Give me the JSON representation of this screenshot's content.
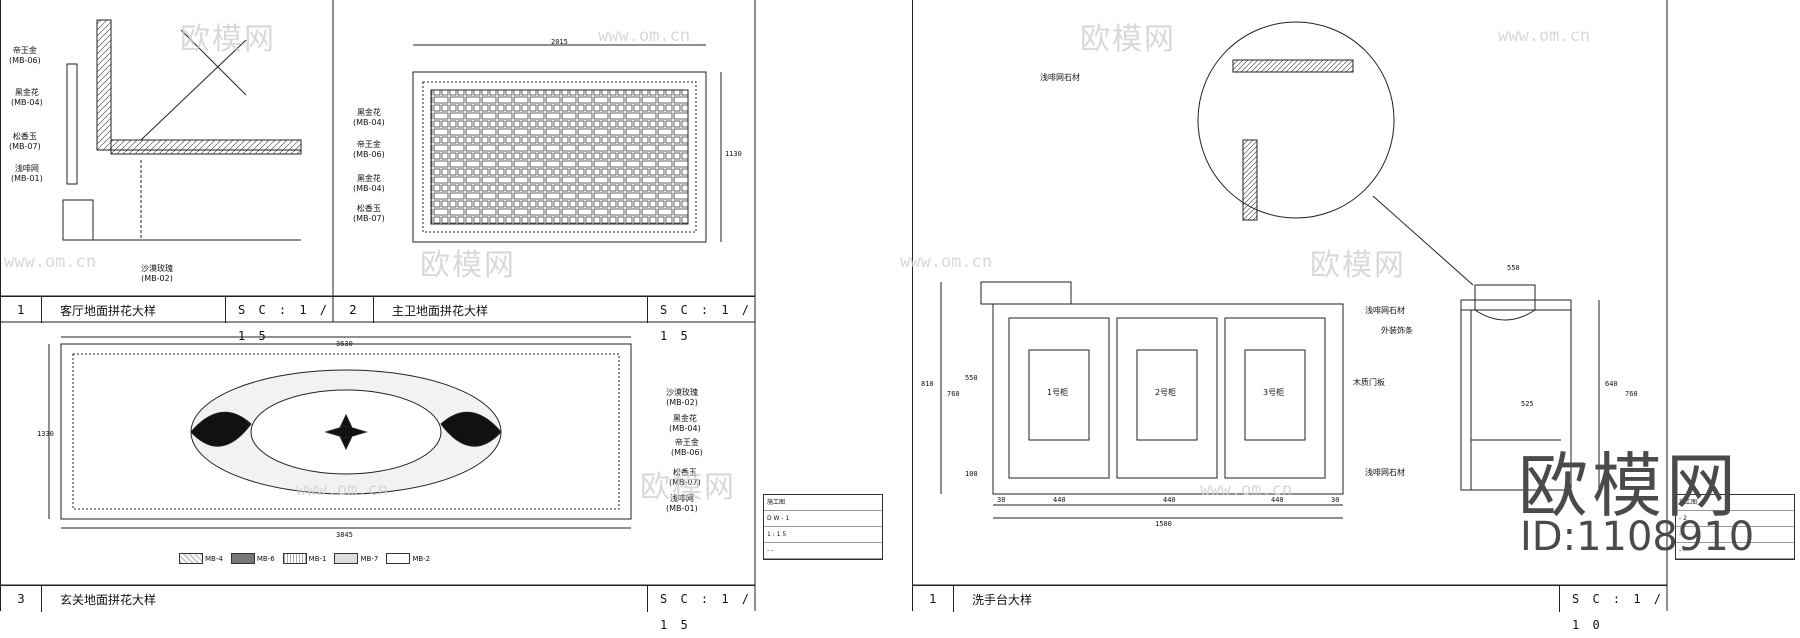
{
  "left_sheet": {
    "panel1": {
      "num": "1",
      "title": "客厅地面拼花大样",
      "scale": "S C : 1 / 1 5",
      "labels": [
        {
          "name": "帝王金",
          "code": "(MB-06)"
        },
        {
          "name": "黑金花",
          "code": "(MB-04)"
        },
        {
          "name": "松香玉",
          "code": "(MB-07)"
        },
        {
          "name": "浅啡网",
          "code": "(MB-01)"
        },
        {
          "name": "沙漠玫瑰",
          "code": "(MB-02)"
        }
      ]
    },
    "panel2": {
      "num": "2",
      "title": "主卫地面拼花大样",
      "scale": "S C : 1 / 1 5",
      "dim_top": "2015",
      "dim_right": "1130",
      "labels": [
        {
          "name": "黑金花",
          "code": "(MB-04)"
        },
        {
          "name": "帝王金",
          "code": "(MB-06)"
        },
        {
          "name": "黑金花",
          "code": "(MB-04)"
        },
        {
          "name": "松香玉",
          "code": "(MB-07)"
        }
      ]
    },
    "panel3": {
      "num": "3",
      "title": "玄关地面拼花大样",
      "scale": "S C : 1 / 1 5",
      "dim_top": "3630",
      "dim_bottom": "3845",
      "dim_left": "1330",
      "labels": [
        {
          "name": "沙漠玫瑰",
          "code": "(MB-02)"
        },
        {
          "name": "黑金花",
          "code": "(MB-04)"
        },
        {
          "name": "帝王金",
          "code": "(MB-06)"
        },
        {
          "name": "松香玉",
          "code": "(MB-07)"
        },
        {
          "name": "浅啡网",
          "code": "(MB-01)"
        }
      ],
      "legend": [
        "MB-4",
        "MB-6",
        "MB-1",
        "MB-7",
        "MB-2"
      ]
    },
    "title_block": {
      "r1": "施工图",
      "r2": "D W - 1",
      "r3": "1 : 1 5",
      "r4": "- -"
    }
  },
  "right_sheet": {
    "panel1": {
      "num": "1",
      "title": "洗手台大样",
      "scale": "S C : 1 / 1 0",
      "labels": [
        "浅啡网石材",
        "浅啡网石材",
        "外装饰条",
        "木质门板",
        "浅啡网石材"
      ],
      "drawers": [
        "1号柜",
        "2号柜",
        "3号柜"
      ],
      "dims_bottom": [
        "30",
        "440",
        "440",
        "440",
        "30"
      ],
      "dim_total": "1500",
      "dims_left": [
        "810",
        "760",
        "550",
        "100"
      ],
      "dim_side_top": "550",
      "dim_side_inner": "525",
      "dims_side_right": [
        "640",
        "760"
      ]
    },
    "title_block": {
      "r1": "施工图",
      "r2": "- 2",
      "r3": "- -",
      "r4": "- -"
    }
  },
  "watermark": {
    "brand": "欧模网",
    "url": "www.om.cn",
    "id": "ID:1108910"
  }
}
